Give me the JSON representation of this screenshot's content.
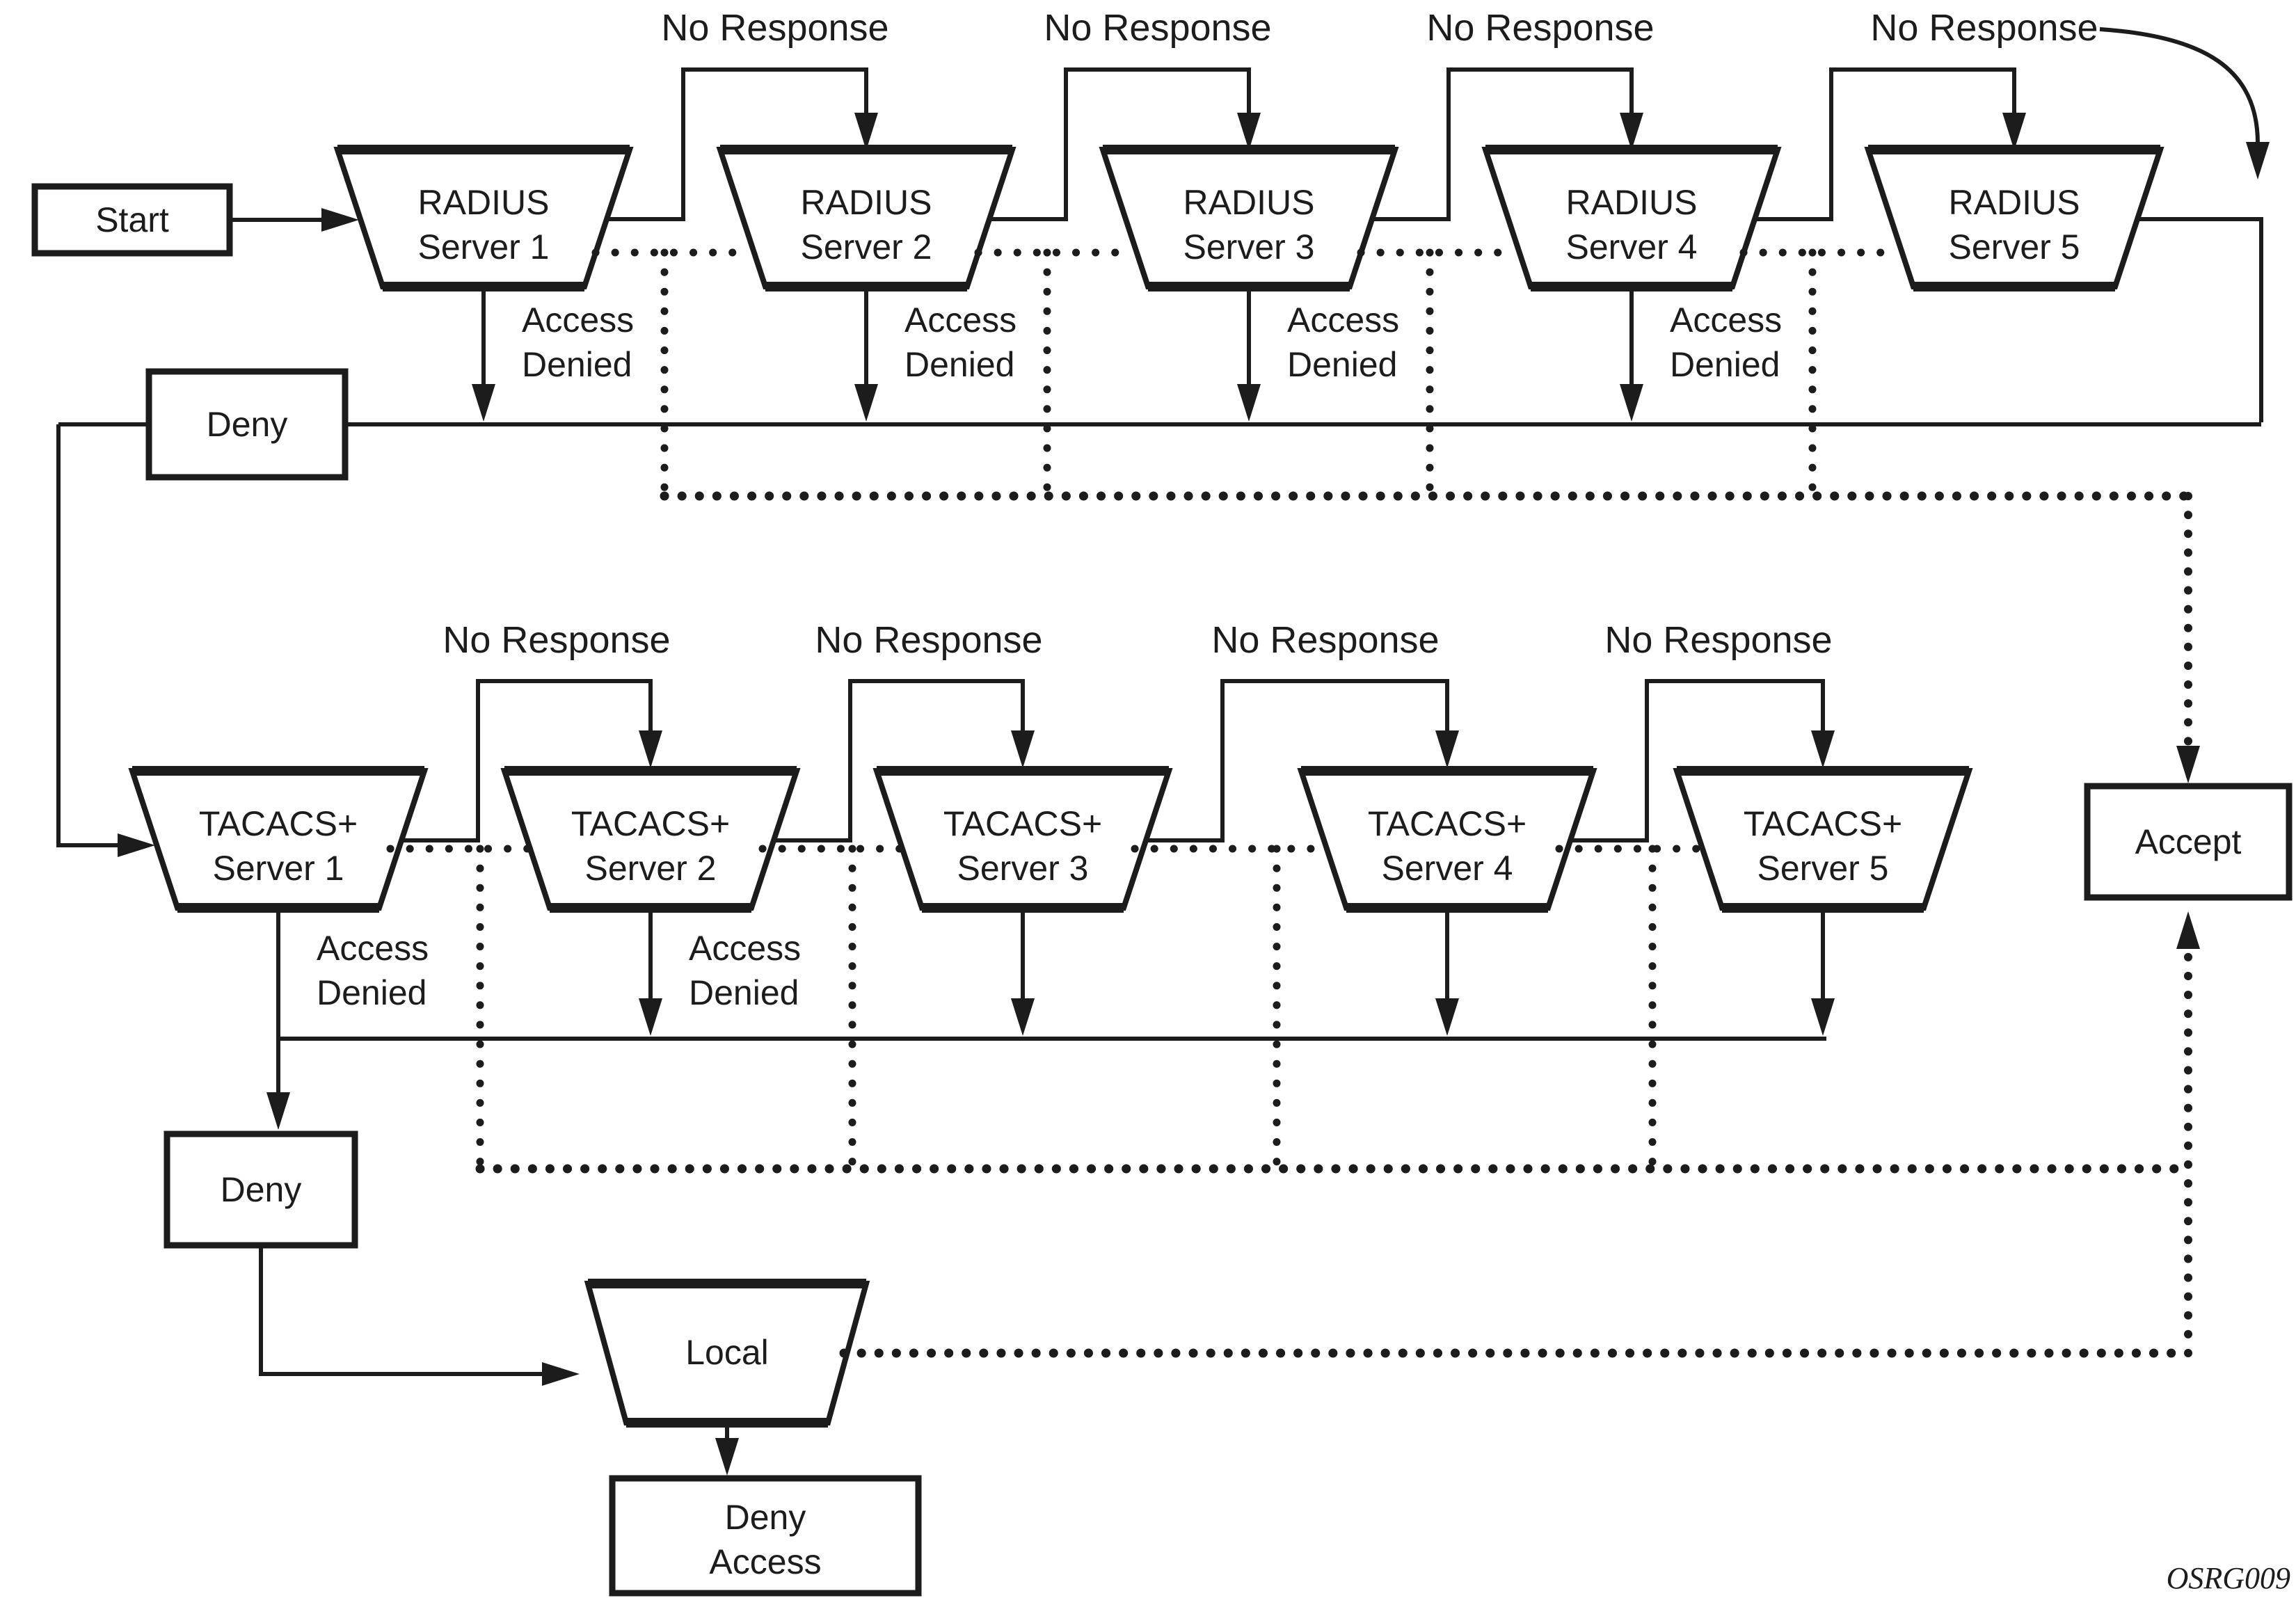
{
  "diagram": {
    "title_hint": "AAA authentication fallback flow",
    "colors": {
      "ink": "#1c1c1c",
      "background": "#ffffff"
    },
    "watermark": "OSRG009",
    "start": {
      "label": "Start"
    },
    "accept": {
      "label": "Accept"
    },
    "deny_radius": {
      "label": "Deny"
    },
    "deny_tacacs": {
      "label": "Deny"
    },
    "local": {
      "label": "Local"
    },
    "deny_access": {
      "line1": "Deny",
      "line2": "Access"
    },
    "no_response": "No Response",
    "access": "Access",
    "denied": "Denied",
    "radius_servers": [
      {
        "line1": "RADIUS",
        "line2": "Server 1"
      },
      {
        "line1": "RADIUS",
        "line2": "Server 2"
      },
      {
        "line1": "RADIUS",
        "line2": "Server 3"
      },
      {
        "line1": "RADIUS",
        "line2": "Server 4"
      },
      {
        "line1": "RADIUS",
        "line2": "Server 5"
      }
    ],
    "tacacs_servers": [
      {
        "line1": "TACACS+",
        "line2": "Server 1"
      },
      {
        "line1": "TACACS+",
        "line2": "Server 2"
      },
      {
        "line1": "TACACS+",
        "line2": "Server 3"
      },
      {
        "line1": "TACACS+",
        "line2": "Server 4"
      },
      {
        "line1": "TACACS+",
        "line2": "Server 5"
      }
    ]
  }
}
